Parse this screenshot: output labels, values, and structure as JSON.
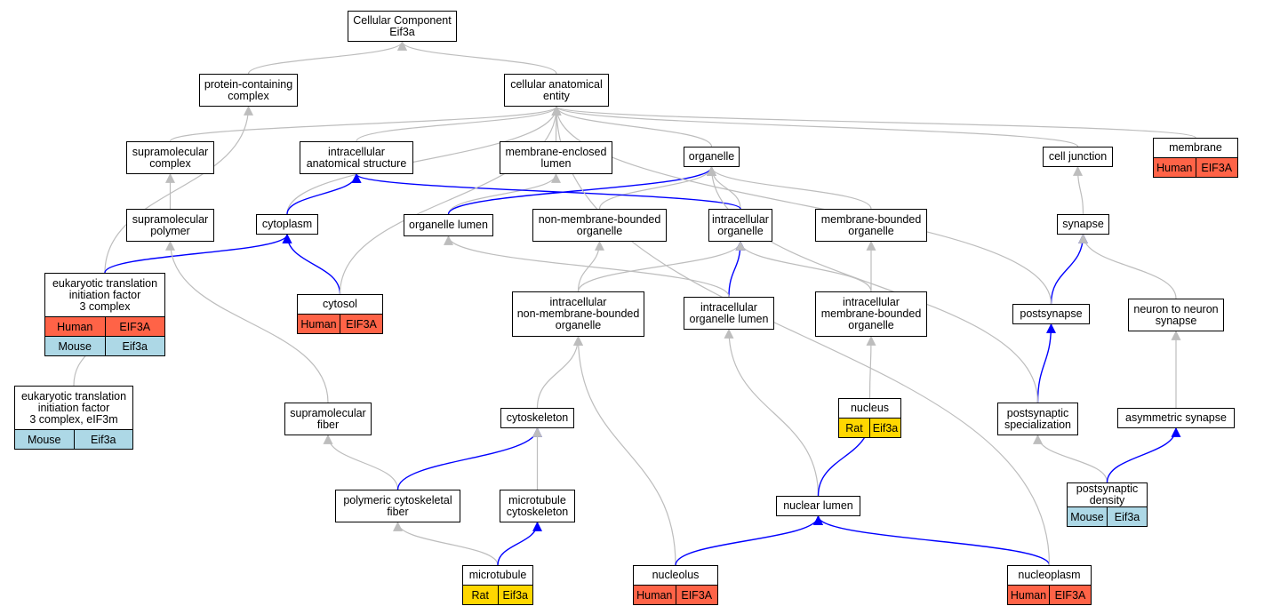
{
  "colors": {
    "edge_gray": "#bdbdbd",
    "edge_blue": "#0000ff",
    "Human": "#ff6347",
    "Mouse": "#add8e6",
    "Rat": "#ffd700"
  },
  "nodes": [
    {
      "id": "root",
      "label": "Cellular Component\nEif3a"
    },
    {
      "id": "pcc",
      "label": "protein-containing\ncomplex"
    },
    {
      "id": "cae",
      "label": "cellular anatomical\nentity"
    },
    {
      "id": "smc",
      "label": "supramolecular\ncomplex"
    },
    {
      "id": "ias",
      "label": "intracellular\nanatomical structure"
    },
    {
      "id": "mel",
      "label": "membrane-enclosed\nlumen"
    },
    {
      "id": "org",
      "label": "organelle"
    },
    {
      "id": "cj",
      "label": "cell junction"
    },
    {
      "id": "mem",
      "label": "membrane",
      "annotations": [
        {
          "species": "Human",
          "gene": "EIF3A"
        }
      ]
    },
    {
      "id": "smp",
      "label": "supramolecular\npolymer"
    },
    {
      "id": "cyto",
      "label": "cytoplasm"
    },
    {
      "id": "orgl",
      "label": "organelle lumen"
    },
    {
      "id": "nmbo",
      "label": "non-membrane-bounded\norganelle"
    },
    {
      "id": "io",
      "label": "intracellular\norganelle"
    },
    {
      "id": "mbo",
      "label": "membrane-bounded\norganelle"
    },
    {
      "id": "syn",
      "label": "synapse"
    },
    {
      "id": "eif3",
      "label": "eukaryotic translation\ninitiation factor\n3 complex",
      "annotations": [
        {
          "species": "Human",
          "gene": "EIF3A"
        },
        {
          "species": "Mouse",
          "gene": "Eif3a"
        }
      ]
    },
    {
      "id": "cytosol",
      "label": "cytosol",
      "annotations": [
        {
          "species": "Human",
          "gene": "EIF3A"
        }
      ]
    },
    {
      "id": "inmbo",
      "label": "intracellular\nnon-membrane-bounded\norganelle"
    },
    {
      "id": "iol",
      "label": "intracellular\norganelle lumen"
    },
    {
      "id": "imbo",
      "label": "intracellular\nmembrane-bounded\norganelle"
    },
    {
      "id": "psyn",
      "label": "postsynapse"
    },
    {
      "id": "n2n",
      "label": "neuron to neuron\nsynapse"
    },
    {
      "id": "eif3m",
      "label": "eukaryotic translation\ninitiation factor\n3 complex, eIF3m",
      "annotations": [
        {
          "species": "Mouse",
          "gene": "Eif3a"
        }
      ]
    },
    {
      "id": "smf",
      "label": "supramolecular\nfiber"
    },
    {
      "id": "csk",
      "label": "cytoskeleton"
    },
    {
      "id": "nuc",
      "label": "nucleus",
      "annotations": [
        {
          "species": "Rat",
          "gene": "Eif3a"
        }
      ]
    },
    {
      "id": "pss",
      "label": "postsynaptic\nspecialization"
    },
    {
      "id": "asyn",
      "label": "asymmetric synapse"
    },
    {
      "id": "pcf",
      "label": "polymeric cytoskeletal\nfiber"
    },
    {
      "id": "mtc",
      "label": "microtubule\ncytoskeleton"
    },
    {
      "id": "nl",
      "label": "nuclear lumen"
    },
    {
      "id": "psd",
      "label": "postsynaptic\ndensity",
      "annotations": [
        {
          "species": "Mouse",
          "gene": "Eif3a"
        }
      ]
    },
    {
      "id": "mt",
      "label": "microtubule",
      "annotations": [
        {
          "species": "Rat",
          "gene": "Eif3a"
        }
      ]
    },
    {
      "id": "nucl",
      "label": "nucleolus",
      "annotations": [
        {
          "species": "Human",
          "gene": "EIF3A"
        }
      ]
    },
    {
      "id": "nucp",
      "label": "nucleoplasm",
      "annotations": [
        {
          "species": "Human",
          "gene": "EIF3A"
        }
      ]
    }
  ],
  "edges": [
    {
      "from": "pcc",
      "to": "root",
      "color": "gray"
    },
    {
      "from": "cae",
      "to": "root",
      "color": "gray"
    },
    {
      "from": "smc",
      "to": "cae",
      "color": "gray"
    },
    {
      "from": "ias",
      "to": "cae",
      "color": "gray"
    },
    {
      "from": "mel",
      "to": "cae",
      "color": "gray"
    },
    {
      "from": "org",
      "to": "cae",
      "color": "gray"
    },
    {
      "from": "cj",
      "to": "cae",
      "color": "gray"
    },
    {
      "from": "mem",
      "to": "cae",
      "color": "gray"
    },
    {
      "from": "smp",
      "to": "smc",
      "color": "gray"
    },
    {
      "from": "cyto",
      "to": "cae",
      "color": "gray"
    },
    {
      "from": "cyto",
      "to": "ias",
      "color": "blue"
    },
    {
      "from": "orgl",
      "to": "mel",
      "color": "gray"
    },
    {
      "from": "orgl",
      "to": "org",
      "color": "blue"
    },
    {
      "from": "nmbo",
      "to": "org",
      "color": "gray"
    },
    {
      "from": "io",
      "to": "org",
      "color": "gray"
    },
    {
      "from": "io",
      "to": "ias",
      "color": "blue"
    },
    {
      "from": "mbo",
      "to": "org",
      "color": "gray"
    },
    {
      "from": "syn",
      "to": "cj",
      "color": "gray"
    },
    {
      "from": "eif3",
      "to": "pcc",
      "color": "gray"
    },
    {
      "from": "eif3",
      "to": "cyto",
      "color": "blue"
    },
    {
      "from": "cytosol",
      "to": "cyto",
      "color": "blue"
    },
    {
      "from": "cytosol",
      "to": "cae",
      "color": "gray"
    },
    {
      "from": "inmbo",
      "to": "nmbo",
      "color": "gray"
    },
    {
      "from": "inmbo",
      "to": "io",
      "color": "gray"
    },
    {
      "from": "iol",
      "to": "io",
      "color": "blue"
    },
    {
      "from": "iol",
      "to": "orgl",
      "color": "gray"
    },
    {
      "from": "imbo",
      "to": "mbo",
      "color": "gray"
    },
    {
      "from": "imbo",
      "to": "io",
      "color": "gray"
    },
    {
      "from": "psyn",
      "to": "syn",
      "color": "blue"
    },
    {
      "from": "psyn",
      "to": "cae",
      "color": "gray"
    },
    {
      "from": "n2n",
      "to": "syn",
      "color": "gray"
    },
    {
      "from": "eif3m",
      "to": "eif3",
      "color": "gray"
    },
    {
      "from": "smf",
      "to": "smp",
      "color": "gray"
    },
    {
      "from": "csk",
      "to": "inmbo",
      "color": "gray"
    },
    {
      "from": "nuc",
      "to": "imbo",
      "color": "gray"
    },
    {
      "from": "pss",
      "to": "psyn",
      "color": "blue"
    },
    {
      "from": "pss",
      "to": "org",
      "color": "gray"
    },
    {
      "from": "asyn",
      "to": "n2n",
      "color": "gray"
    },
    {
      "from": "pcf",
      "to": "smf",
      "color": "gray"
    },
    {
      "from": "pcf",
      "to": "csk",
      "color": "blue"
    },
    {
      "from": "mtc",
      "to": "csk",
      "color": "gray"
    },
    {
      "from": "nl",
      "to": "iol",
      "color": "gray"
    },
    {
      "from": "nl",
      "to": "nuc",
      "color": "blue"
    },
    {
      "from": "psd",
      "to": "pss",
      "color": "gray"
    },
    {
      "from": "psd",
      "to": "asyn",
      "color": "blue"
    },
    {
      "from": "mt",
      "to": "pcf",
      "color": "gray"
    },
    {
      "from": "mt",
      "to": "mtc",
      "color": "blue"
    },
    {
      "from": "nucl",
      "to": "inmbo",
      "color": "gray"
    },
    {
      "from": "nucl",
      "to": "nl",
      "color": "blue"
    },
    {
      "from": "nucp",
      "to": "nl",
      "color": "blue"
    },
    {
      "from": "nucp",
      "to": "cae",
      "color": "gray"
    }
  ]
}
